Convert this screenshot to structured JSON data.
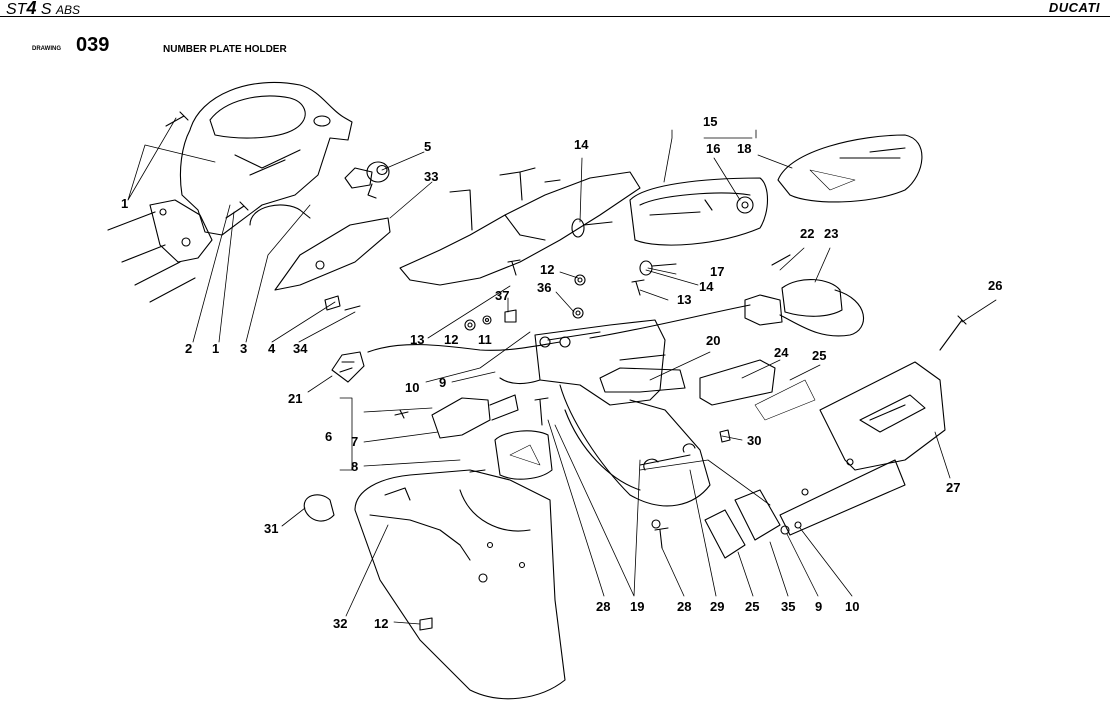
{
  "header": {
    "model_prefix": "ST",
    "model_number": "4",
    "model_suffix": " S",
    "model_variant": "ABS",
    "brand": "DUCATI"
  },
  "drawing": {
    "label": "DRAWING",
    "number": "039",
    "title": "NUMBER PLATE HOLDER"
  },
  "callouts": [
    "1",
    "2",
    "1",
    "3",
    "4",
    "34",
    "5",
    "33",
    "14",
    "15",
    "16",
    "18",
    "12",
    "36",
    "37",
    "13",
    "12",
    "11",
    "17",
    "14",
    "13",
    "22",
    "23",
    "26",
    "21",
    "10",
    "9",
    "20",
    "24",
    "25",
    "6",
    "7",
    "8",
    "30",
    "27",
    "31",
    "32",
    "12",
    "28",
    "19",
    "28",
    "29",
    "25",
    "35",
    "9",
    "10"
  ],
  "colors": {
    "line": "#000000",
    "background": "#ffffff"
  }
}
